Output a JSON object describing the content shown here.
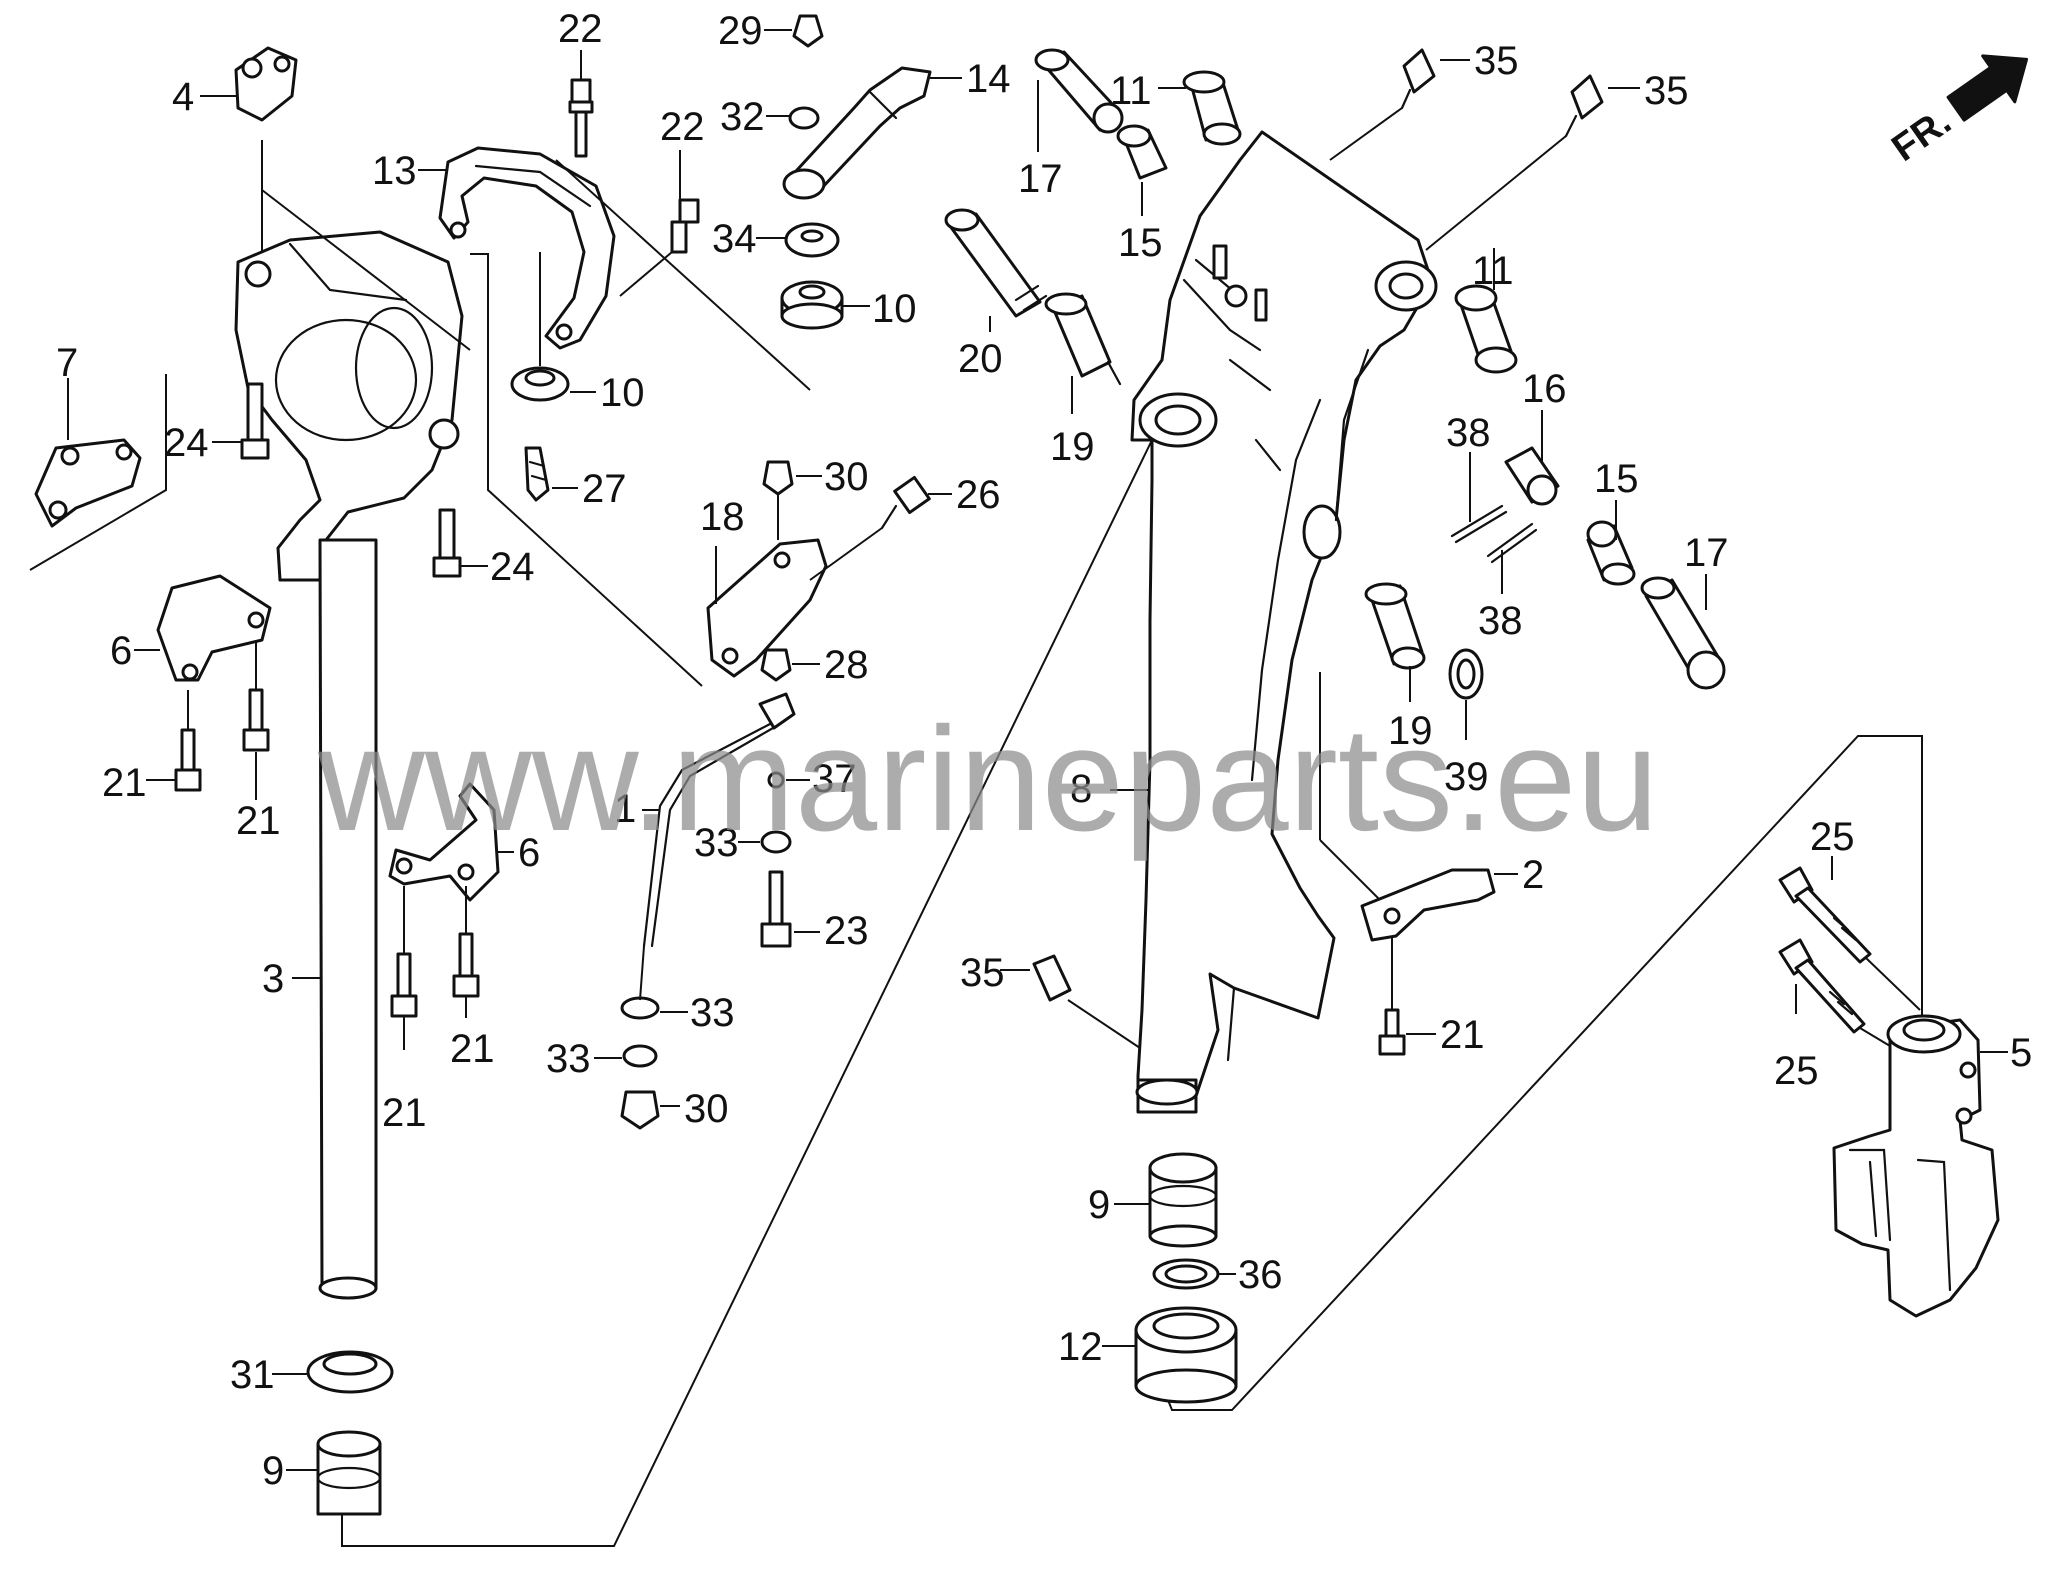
{
  "watermark": "www.marineparts.eu",
  "direction_marker": "FR.",
  "callouts": [
    {
      "id": "c1",
      "text": "1"
    },
    {
      "id": "c2",
      "text": "2"
    },
    {
      "id": "c3",
      "text": "3"
    },
    {
      "id": "c4",
      "text": "4"
    },
    {
      "id": "c5",
      "text": "5"
    },
    {
      "id": "c6a",
      "text": "6"
    },
    {
      "id": "c6b",
      "text": "6"
    },
    {
      "id": "c7",
      "text": "7"
    },
    {
      "id": "c8",
      "text": "8"
    },
    {
      "id": "c9a",
      "text": "9"
    },
    {
      "id": "c9b",
      "text": "9"
    },
    {
      "id": "c10a",
      "text": "10"
    },
    {
      "id": "c10b",
      "text": "10"
    },
    {
      "id": "c11a",
      "text": "11"
    },
    {
      "id": "c11b",
      "text": "11"
    },
    {
      "id": "c12",
      "text": "12"
    },
    {
      "id": "c13",
      "text": "13"
    },
    {
      "id": "c14",
      "text": "14"
    },
    {
      "id": "c15a",
      "text": "15"
    },
    {
      "id": "c15b",
      "text": "15"
    },
    {
      "id": "c16",
      "text": "16"
    },
    {
      "id": "c17a",
      "text": "17"
    },
    {
      "id": "c17b",
      "text": "17"
    },
    {
      "id": "c18",
      "text": "18"
    },
    {
      "id": "c19a",
      "text": "19"
    },
    {
      "id": "c19b",
      "text": "19"
    },
    {
      "id": "c20",
      "text": "20"
    },
    {
      "id": "c21a",
      "text": "21"
    },
    {
      "id": "c21b",
      "text": "21"
    },
    {
      "id": "c21c",
      "text": "21"
    },
    {
      "id": "c21d",
      "text": "21"
    },
    {
      "id": "c21e",
      "text": "21"
    },
    {
      "id": "c21f",
      "text": "21"
    },
    {
      "id": "c22a",
      "text": "22"
    },
    {
      "id": "c22b",
      "text": "22"
    },
    {
      "id": "c23",
      "text": "23"
    },
    {
      "id": "c24a",
      "text": "24"
    },
    {
      "id": "c24b",
      "text": "24"
    },
    {
      "id": "c25a",
      "text": "25"
    },
    {
      "id": "c25b",
      "text": "25"
    },
    {
      "id": "c26",
      "text": "26"
    },
    {
      "id": "c27",
      "text": "27"
    },
    {
      "id": "c28",
      "text": "28"
    },
    {
      "id": "c29",
      "text": "29"
    },
    {
      "id": "c30a",
      "text": "30"
    },
    {
      "id": "c30b",
      "text": "30"
    },
    {
      "id": "c31",
      "text": "31"
    },
    {
      "id": "c32",
      "text": "32"
    },
    {
      "id": "c33a",
      "text": "33"
    },
    {
      "id": "c33b",
      "text": "33"
    },
    {
      "id": "c33c",
      "text": "33"
    },
    {
      "id": "c34",
      "text": "34"
    },
    {
      "id": "c35a",
      "text": "35"
    },
    {
      "id": "c35b",
      "text": "35"
    },
    {
      "id": "c35c",
      "text": "35"
    },
    {
      "id": "c36",
      "text": "36"
    },
    {
      "id": "c37",
      "text": "37"
    },
    {
      "id": "c38a",
      "text": "38"
    },
    {
      "id": "c38b",
      "text": "38"
    },
    {
      "id": "c39",
      "text": "39"
    }
  ]
}
